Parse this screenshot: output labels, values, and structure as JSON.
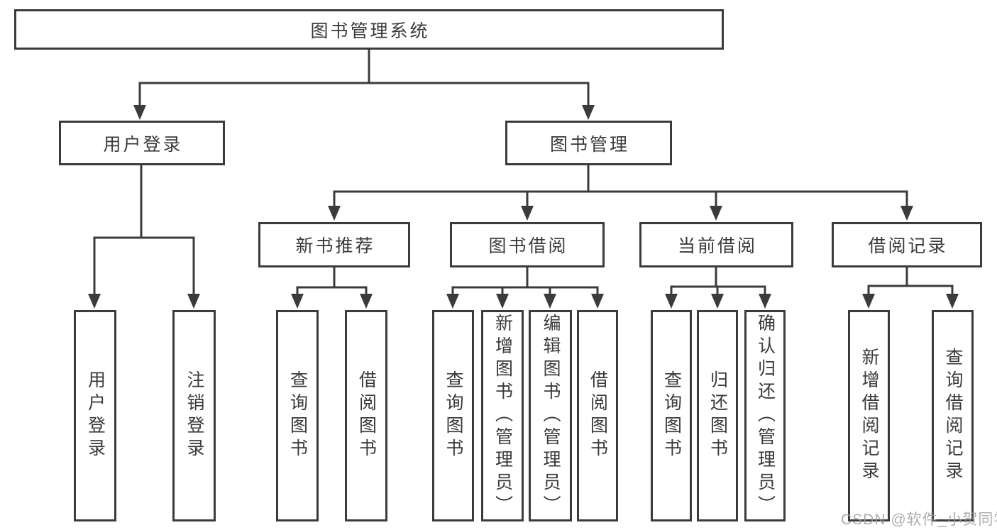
{
  "diagram": {
    "root": {
      "label": "图书管理系统"
    },
    "branches": [
      {
        "label": "用户登录"
      },
      {
        "label": "图书管理"
      }
    ],
    "groups": [
      {
        "label": "新书推荐"
      },
      {
        "label": "图书借阅"
      },
      {
        "label": "当前借阅"
      },
      {
        "label": "借阅记录"
      }
    ],
    "leaves": [
      {
        "label": "用户登录"
      },
      {
        "label": "注销登录"
      },
      {
        "label": "查询图书"
      },
      {
        "label": "借阅图书"
      },
      {
        "label": "查询图书"
      },
      {
        "label": "新增图书（管理员）"
      },
      {
        "label": "编辑图书（管理员）"
      },
      {
        "label": "借阅图书"
      },
      {
        "label": "查询图书"
      },
      {
        "label": "归还图书"
      },
      {
        "label": "确认归还（管理员）"
      },
      {
        "label": "新增借阅记录"
      },
      {
        "label": "查询借阅记录"
      }
    ]
  },
  "watermark": {
    "text": "CSDN @软件_小贺同学"
  },
  "colors": {
    "line": "#3b3b3b",
    "text": "#3a3a3a",
    "watermark": "#9e9e9e",
    "background": "#ffffff"
  }
}
